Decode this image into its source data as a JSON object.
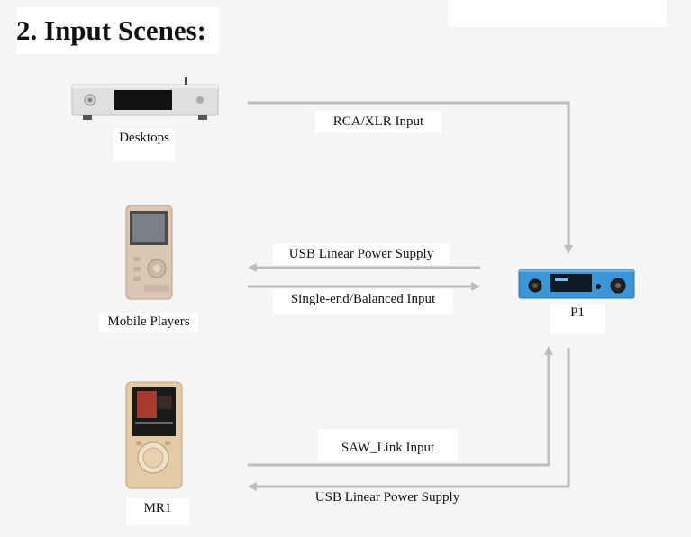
{
  "title": "2. Input Scenes:",
  "devices": {
    "desktop": "Desktops",
    "mobile": "Mobile Players",
    "mr1": "MR1",
    "p1": "P1"
  },
  "connections": {
    "rca_xlr": "RCA/XLR Input",
    "usb_power_top": "USB Linear Power Supply",
    "single_balanced": "Single-end/Balanced Input",
    "saw_link": "SAW_Link Input",
    "usb_power_bottom": "USB Linear Power Supply"
  },
  "colors": {
    "arrow": "#bdbdbd",
    "p1_body": "#3a93d6",
    "desktop_body": "#dcdcdc",
    "mobile_body": "#d9c4b2",
    "mr1_body": "#e2c9a6"
  }
}
